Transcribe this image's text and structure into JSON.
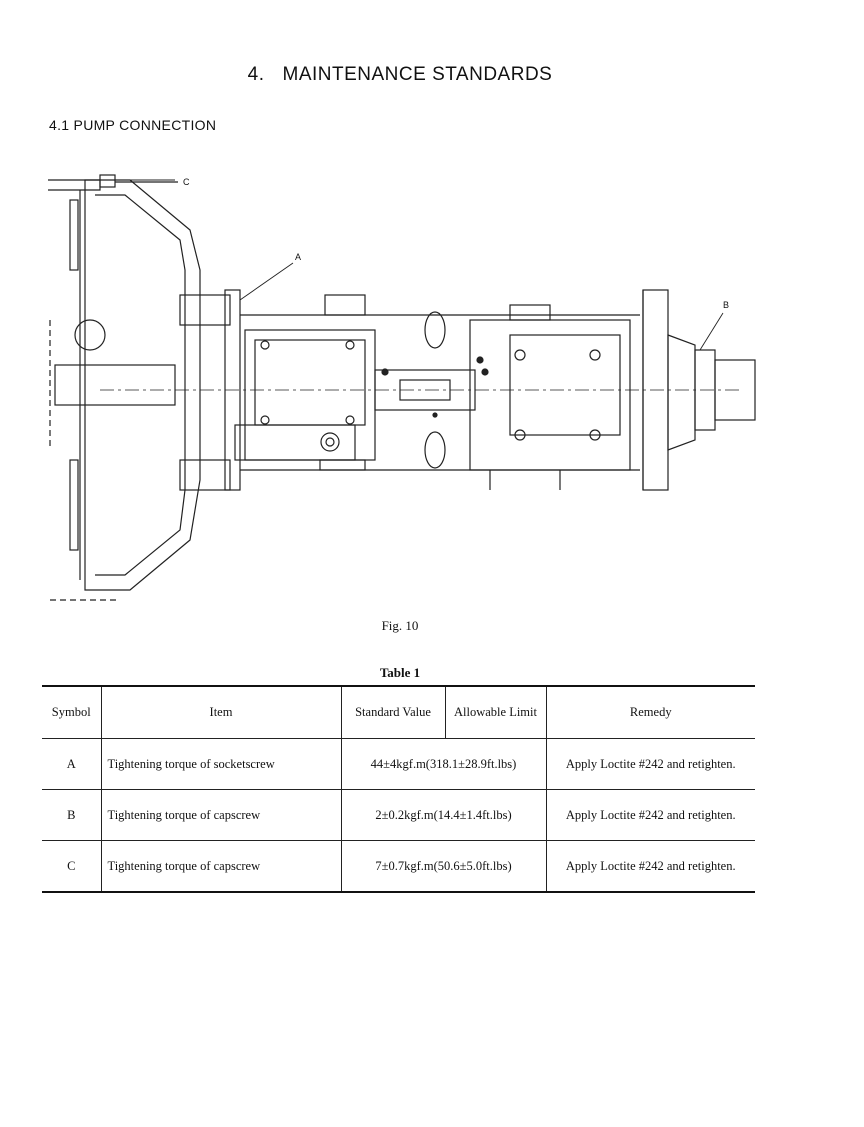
{
  "header": {
    "number": "4.",
    "title": "MAINTENANCE STANDARDS",
    "section": "4.1 PUMP CONNECTION"
  },
  "figure": {
    "callouts": [
      "A",
      "B",
      "C"
    ],
    "caption": "Fig. 10"
  },
  "table": {
    "caption": "Table 1",
    "headers": {
      "symbol": "Symbol",
      "item": "Item",
      "standard": "Standard Value",
      "allowable": "Allowable Limit",
      "remedy": "Remedy"
    },
    "rows": [
      {
        "symbol": "A",
        "item": "Tightening torque of socketscrew",
        "value": "44±4kgf.m(318.1±28.9ft.lbs)",
        "remedy": "Apply Loctite #242 and retighten."
      },
      {
        "symbol": "B",
        "item": "Tightening torque of capscrew",
        "value": "2±0.2kgf.m(14.4±1.4ft.lbs)",
        "remedy": "Apply Loctite #242 and retighten."
      },
      {
        "symbol": "C",
        "item": "Tightening torque of capscrew",
        "value": "7±0.7kgf.m(50.6±5.0ft.lbs)",
        "remedy": "Apply Loctite #242 and retighten."
      }
    ]
  }
}
